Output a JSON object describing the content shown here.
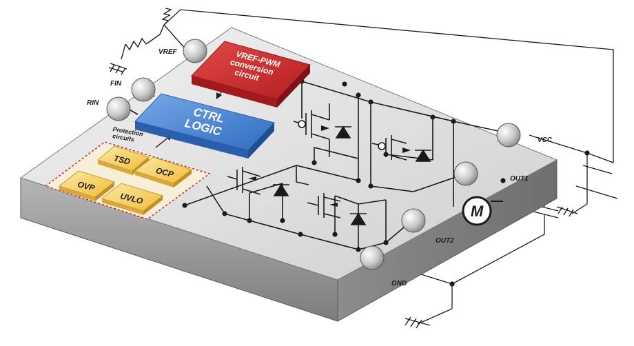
{
  "blocks": {
    "vref_pwm": {
      "line1": "VREF-PWM",
      "line2": "conversion",
      "line3": "circuit"
    },
    "ctrl_logic": {
      "line1": "CTRL",
      "line2": "LOGIC"
    },
    "protection": {
      "line1": "Protection",
      "line2": "circuits"
    },
    "tsd": "TSD",
    "ocp": "OCP",
    "ovp": "OVP",
    "uvlo": "UVLO"
  },
  "pins": {
    "vref": "VREF",
    "fin": "FIN",
    "rin": "RIN",
    "vcc": "VCC",
    "out1": "OUT1",
    "out2": "OUT2",
    "gnd": "GND"
  },
  "motor": "M",
  "colors": {
    "vref_block": "#c8262b",
    "ctrl_block": "#3f7fd0",
    "protection_block": "#f2c64a",
    "chip_top": "#d9d9d9",
    "chip_side": "#9a9a9a"
  }
}
